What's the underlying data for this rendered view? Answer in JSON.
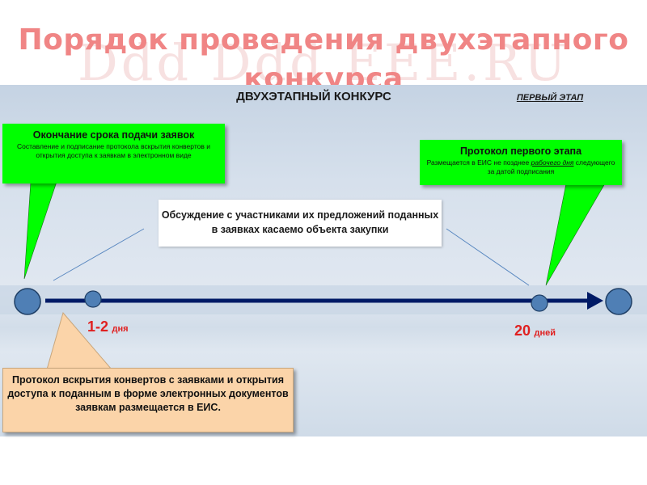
{
  "slide": {
    "title": "Порядок проведения двухэтапного конкурса"
  },
  "diagram": {
    "heading": "ДВУХЭТАПНЫЙ КОНКУРС",
    "stage_label": "ПЕРВЫЙ ЭТАП",
    "callout_left": {
      "heading": "Окончание срока подачи заявок",
      "body": "Составление и подписание протокола вскрытия конвертов и открытия доступа к заявкам в электронном виде"
    },
    "callout_right": {
      "heading": "Протокол первого этапа",
      "body_pre": "Размещается в ЕИС не позднее ",
      "body_emph": "рабочего дня",
      "body_post": " следующего за датой подписания"
    },
    "center_box": {
      "text": "Обсуждение с участниками их предложений поданных в заявках касаемо объекта закупки"
    },
    "bottom_box": {
      "text": "Протокол вскрытия конвертов с заявками и открытия доступа к поданным в форме электронных документов заявкам размещается в ЕИС."
    },
    "days_left": {
      "number": "1-2",
      "unit": "дня"
    },
    "days_right": {
      "number": "20",
      "unit": "дней"
    },
    "colors": {
      "callout_green": "#00ff00",
      "timeline_navy": "#001a66",
      "node_blue": "#4f7fb5",
      "days_red": "#e02020",
      "bottom_box_peach": "#fbd4a9",
      "title_pink": "#f08585"
    }
  }
}
